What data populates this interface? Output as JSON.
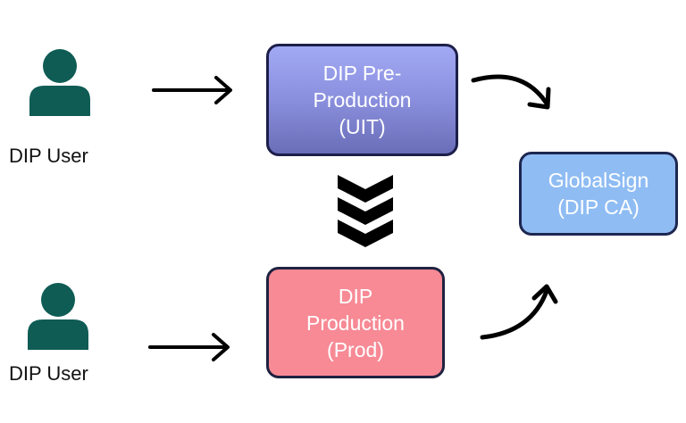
{
  "users": [
    {
      "label": "DIP User"
    },
    {
      "label": "DIP User"
    }
  ],
  "boxes": {
    "uit": {
      "lines": [
        "DIP Pre-",
        "Production",
        "(UIT)"
      ]
    },
    "prod": {
      "lines": [
        "DIP",
        "Production",
        "(Prod)"
      ]
    },
    "ca": {
      "lines": [
        "GlobalSign",
        "(DIP CA)"
      ]
    }
  },
  "colors": {
    "user_icon": "#0f5c55",
    "uit_fill": "#8a8fdd",
    "prod_fill": "#f78a95",
    "ca_fill": "#8fbcf3",
    "border": "#1c1f4a",
    "arrow": "#000000"
  },
  "icons": {
    "user": "person-icon",
    "promote": "triple-chevron-down-icon"
  }
}
